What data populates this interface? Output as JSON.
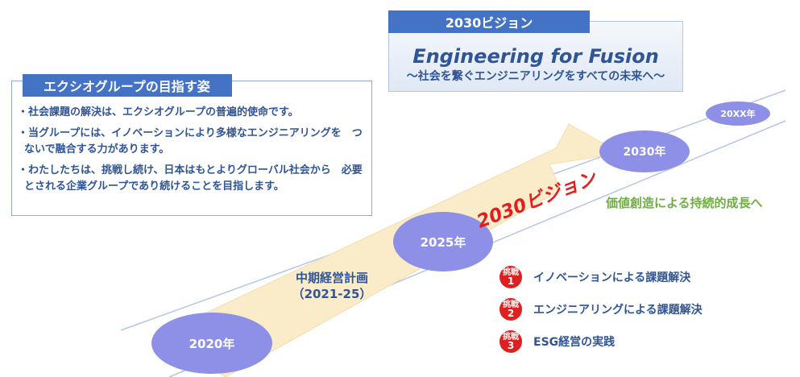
{
  "vision": {
    "header": "2030ビジョン",
    "title": "Engineering for Fusion",
    "subtitle": "～社会を繋ぐエンジニアリングをすべての未来へ～"
  },
  "aim": {
    "header": "エクシオグループの目指す姿",
    "items": [
      "・社会課題の解決は、エクシオグループの普遍的使命です。",
      "・当グループには、イノベーションにより多様なエンジニアリングを　つないで融合する力があります。",
      "・わたしたちは、挑戦し続け、日本はもとよりグローバル社会から　必要とされる企業グループであり続けることを目指します。"
    ]
  },
  "timeline": {
    "milestones": [
      "2020年",
      "2025年",
      "2030年",
      "20XX年"
    ],
    "plan_line1": "中期経営計画",
    "plan_line2": "（2021-25）",
    "vision_label": "2030ビジョン",
    "growth": "価値創造による持続的成長へ"
  },
  "challenges": [
    {
      "badge": "挑戦",
      "num": "1",
      "label": "イノベーションによる課題解決"
    },
    {
      "badge": "挑戦",
      "num": "2",
      "label": "エンジニアリングによる課題解決"
    },
    {
      "badge": "挑戦",
      "num": "3",
      "label": "ESG経営の実践"
    }
  ],
  "colors": {
    "primary": "#4472c4",
    "text_blue": "#2f5597",
    "milestone": "#8e8fe6",
    "accent_red": "#e02020",
    "growth_green": "#70ad47",
    "arrow_fill": "#fbecc9"
  }
}
